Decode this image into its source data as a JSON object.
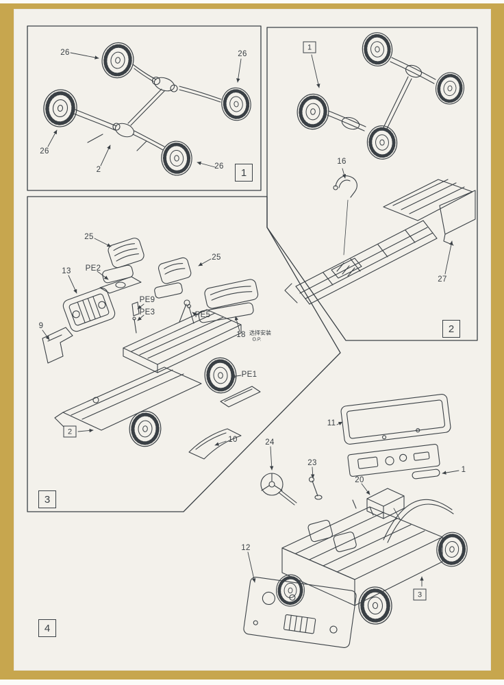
{
  "colors": {
    "frame_gold": "#c7a64e",
    "paper": "#f3f1eb",
    "ink": "#3a4045"
  },
  "steps": {
    "s1": "1",
    "s2": "2",
    "s3": "3",
    "s4": "4"
  },
  "assembly_refs": {
    "step1_ref": "1",
    "step2_ref": "2",
    "step3_ref": "3"
  },
  "panel1": {
    "callouts": {
      "wheel_top": "26",
      "wheel_right": "26",
      "wheel_left": "26",
      "rear_axle": "2",
      "wheel_bottom": "26"
    }
  },
  "panel2": {
    "callouts": {
      "exhaust_pipe": "16",
      "rear_panel": "27"
    }
  },
  "panel3": {
    "callouts": {
      "left_seat": "25",
      "right_seat": "25",
      "grille": "13",
      "pe_plate": "PE2",
      "pe_bracket": "PE9",
      "pe_rod": "PE3",
      "pe_lever": "PE5",
      "left_body_panel": "9",
      "rear_bench": "18",
      "pe_wheel": "PE1",
      "right_step_panel": "10"
    },
    "optional_note_cn": "选择安装",
    "optional_note_en": "O.P."
  },
  "panel4": {
    "callouts": {
      "windshield": "11",
      "steering_wheel": "24",
      "gear_lever": "23",
      "storage_box": "20",
      "grab_handle": "1",
      "front_panel": "12"
    }
  }
}
